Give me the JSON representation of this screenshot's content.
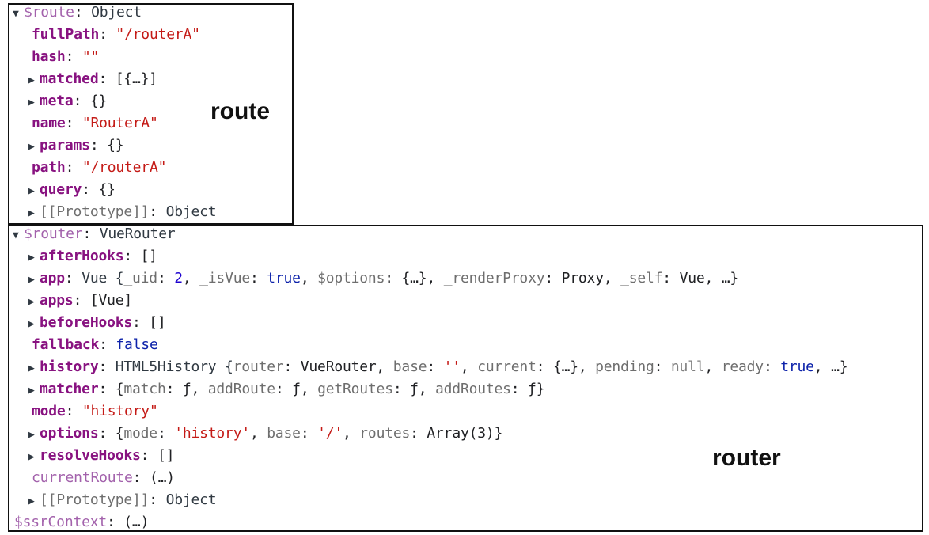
{
  "route": {
    "header_key": "$route",
    "header_type": "Object",
    "items": [
      {
        "key": "fullPath",
        "value": "\"/routerA\""
      },
      {
        "key": "hash",
        "value": "\"\""
      },
      {
        "key": "matched",
        "value": "[{…}]"
      },
      {
        "key": "meta",
        "value": "{}"
      },
      {
        "key": "name",
        "value": "\"RouterA\""
      },
      {
        "key": "params",
        "value": "{}"
      },
      {
        "key": "path",
        "value": "\"/routerA\""
      },
      {
        "key": "query",
        "value": "{}"
      },
      {
        "key": "[[Prototype]]",
        "value": "Object"
      }
    ]
  },
  "router": {
    "header_key": "$router",
    "header_type": "VueRouter",
    "afterHooks": {
      "key": "afterHooks",
      "value": "[]"
    },
    "app": {
      "key": "app",
      "ctor": "Vue {",
      "p1k": "_uid",
      "p1v": "2",
      "p2k": "_isVue",
      "p2v": "true",
      "p3k": "$options",
      "p3v": "{…}",
      "p4k": "_renderProxy",
      "p4v": "Proxy",
      "p5k": "_self",
      "p5v": "Vue",
      "tail": "…}"
    },
    "apps": {
      "key": "apps",
      "value": "[Vue]"
    },
    "beforeHooks": {
      "key": "beforeHooks",
      "value": "[]"
    },
    "fallback": {
      "key": "fallback",
      "value": "false"
    },
    "history": {
      "key": "history",
      "ctor": "HTML5History {",
      "p1k": "router",
      "p1v": "VueRouter",
      "p2k": "base",
      "p2v": "''",
      "p3k": "current",
      "p3v": "{…}",
      "p4k": "pending",
      "p4v": "null",
      "p5k": "ready",
      "p5v": "true",
      "tail": "…}"
    },
    "matcher": {
      "key": "matcher",
      "open": "{",
      "p1k": "match",
      "p1v": "ƒ",
      "p2k": "addRoute",
      "p2v": "ƒ",
      "p3k": "getRoutes",
      "p3v": "ƒ",
      "p4k": "addRoutes",
      "p4v": "ƒ",
      "close": "}"
    },
    "mode": {
      "key": "mode",
      "value": "\"history\""
    },
    "options": {
      "key": "options",
      "open": "{",
      "p1k": "mode",
      "p1v": "'history'",
      "p2k": "base",
      "p2v": "'/'",
      "p3k": "routes",
      "p3v": "Array(3)",
      "close": "}"
    },
    "resolveHooks": {
      "key": "resolveHooks",
      "value": "[]"
    },
    "currentRoute": {
      "key": "currentRoute",
      "value": "(…)"
    },
    "prototype": {
      "key": "[[Prototype]]",
      "value": "Object"
    }
  },
  "ssrContext": {
    "key": "$ssrContext",
    "value": "(…)"
  },
  "labels": {
    "route": "route",
    "router": "router"
  }
}
